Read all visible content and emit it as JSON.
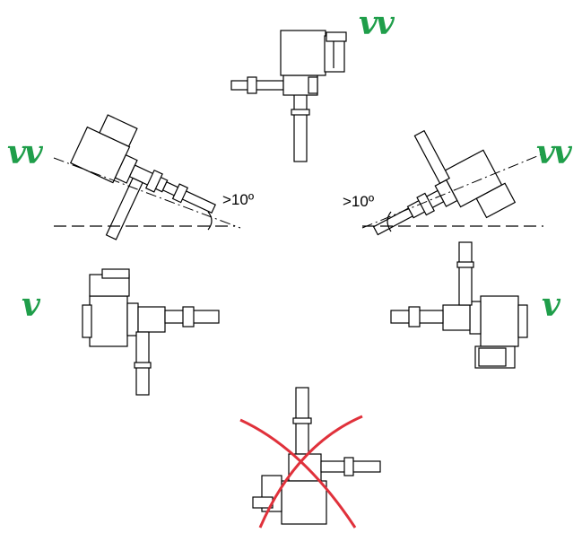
{
  "ratings": {
    "top": "vv",
    "upper_left": "vv",
    "upper_right": "vv",
    "middle_left": "v",
    "middle_right": "v"
  },
  "angles": {
    "left": ">10º",
    "right": ">10º"
  },
  "colors": {
    "rating_green": "#1f9e4a",
    "not_allowed_red": "#e0313b",
    "ink": "#000000"
  }
}
